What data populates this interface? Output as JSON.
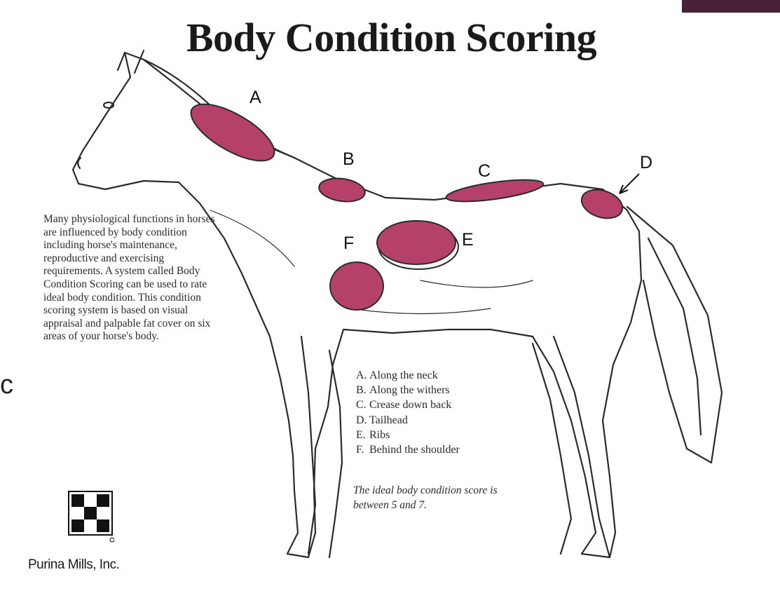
{
  "title": "Body Condition Scoring",
  "intro": "Many physiological functions in horses are influenced by body condition including horse's maintenance, reproductive and exercising requirements. A system called Body Condition Scoring can be used to rate ideal body condition. This condition scoring system is based on visual appraisal and palpable fat cover on six areas of your horse's body.",
  "areas": [
    {
      "key": "A.",
      "label": "A",
      "text": "Along the neck"
    },
    {
      "key": "B.",
      "label": "B",
      "text": "Along the withers"
    },
    {
      "key": "C.",
      "label": "C",
      "text": "Crease down back"
    },
    {
      "key": "D.",
      "label": "D",
      "text": "Tailhead"
    },
    {
      "key": "E.",
      "label": "E",
      "text": "Ribs"
    },
    {
      "key": "F.",
      "label": "F",
      "text": "Behind the shoulder"
    }
  ],
  "note": "The ideal body condition score is between 5 and 7.",
  "brand": "Purina Mills, Inc.",
  "side_mark": "c",
  "colors": {
    "highlight": "#b5416a",
    "accent_bar": "#4a2238",
    "ink": "#1a1a1a"
  },
  "icons": {
    "logo": "checkerboard-logo-icon"
  }
}
